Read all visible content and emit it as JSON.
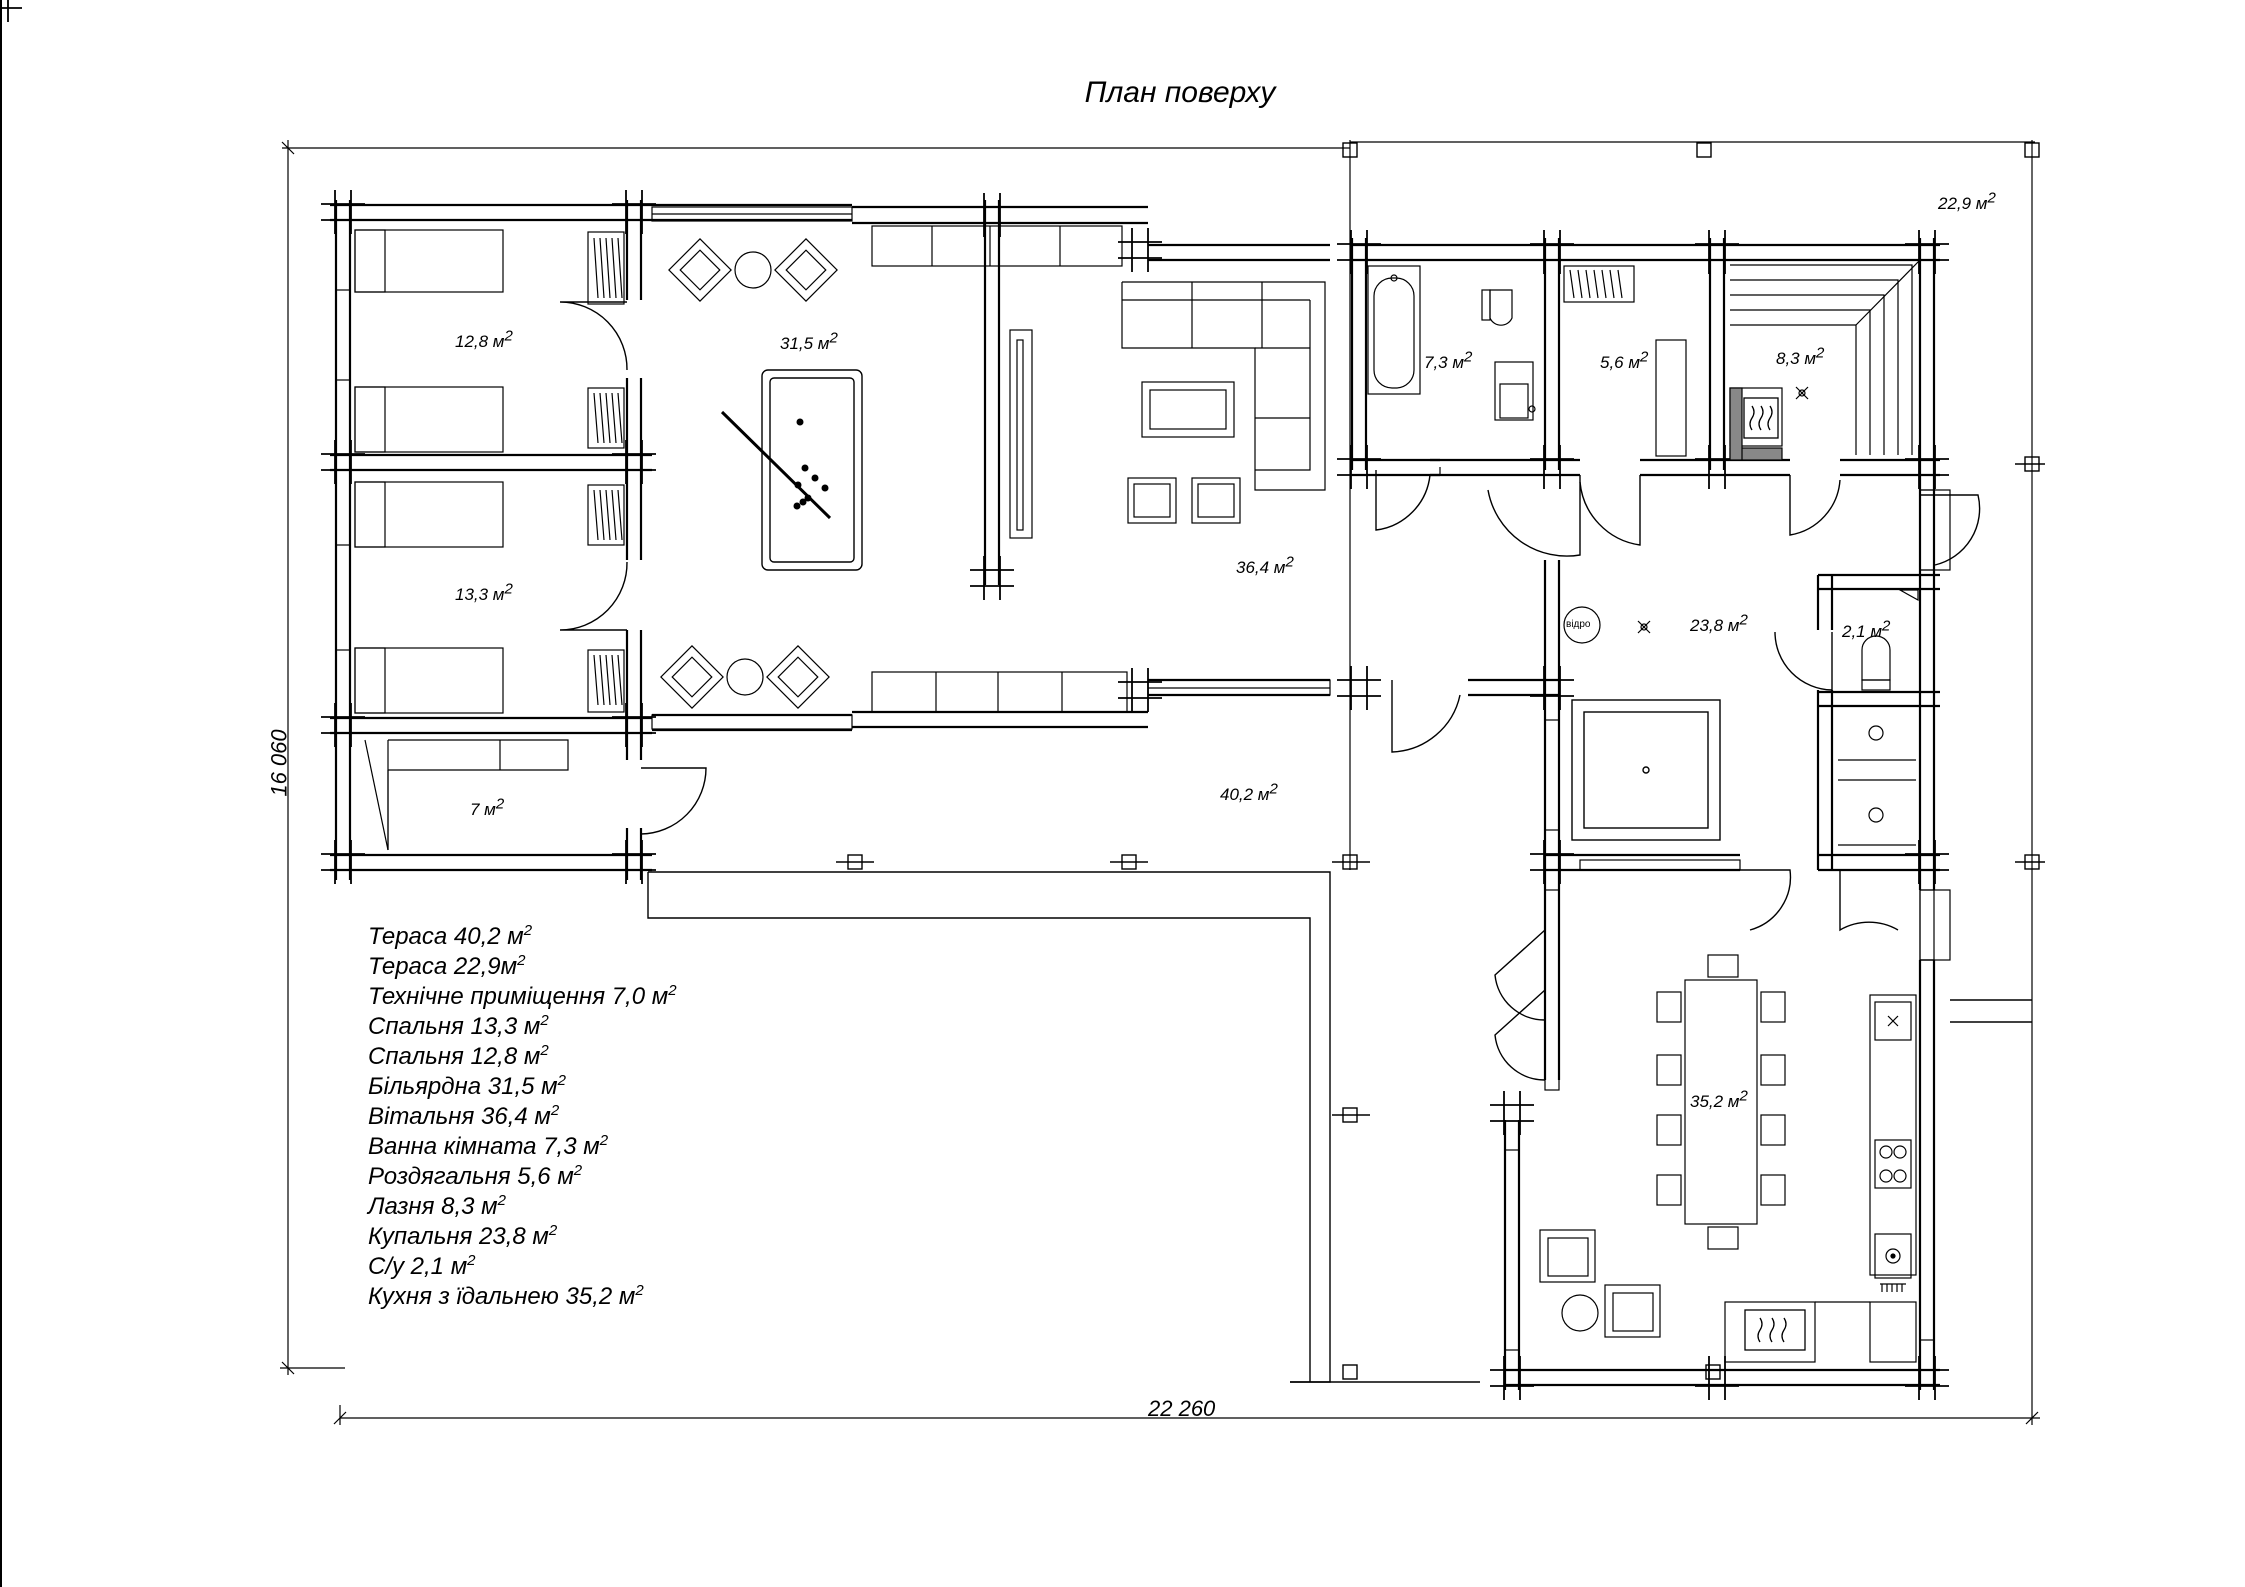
{
  "title": "План поверху",
  "dimensions": {
    "width": "22 260",
    "height": "16 060"
  },
  "unit_sup": "2",
  "room_labels": {
    "bedroom_top": "12,8 м",
    "billiard": "31,5 м",
    "bedroom_bottom": "13,3 м",
    "technical": "7 м",
    "living": "36,4 м",
    "terrace_main": "40,2 м",
    "bathroom": "7,3 м",
    "dressing": "5,6 м",
    "sauna": "8,3 м",
    "terrace_small": "22,9 м",
    "pool_room": "23,8 м",
    "wc": "2,1 м",
    "kitchen": "35,2 м"
  },
  "bucket_label": "відро",
  "legend": [
    "Тераса 40,2 м",
    "Тераса 22,9м",
    "Технічне приміщення 7,0 м",
    "Спальня 13,3 м",
    "Спальня 12,8 м",
    "Більярдна 31,5 м",
    "Вітальня 36,4 м",
    "Ванна кімната 7,3 м",
    "Роздягальня 5,6 м",
    "Лазня 8,3 м",
    "Купальня 23,8 м",
    "С/у 2,1 м",
    "Кухня з їдальнею 35,2 м"
  ],
  "icons": {
    "door": "door-swing-icon",
    "bed": "bed-icon",
    "armchair": "armchair-icon",
    "billiard_table": "billiard-table-icon",
    "sofa": "sofa-icon",
    "bathtub": "bathtub-icon",
    "toilet": "toilet-icon",
    "sink": "sink-icon",
    "pool": "pool-icon",
    "dining_table": "dining-table-icon",
    "stove": "stove-icon",
    "heater": "heater-icon"
  }
}
